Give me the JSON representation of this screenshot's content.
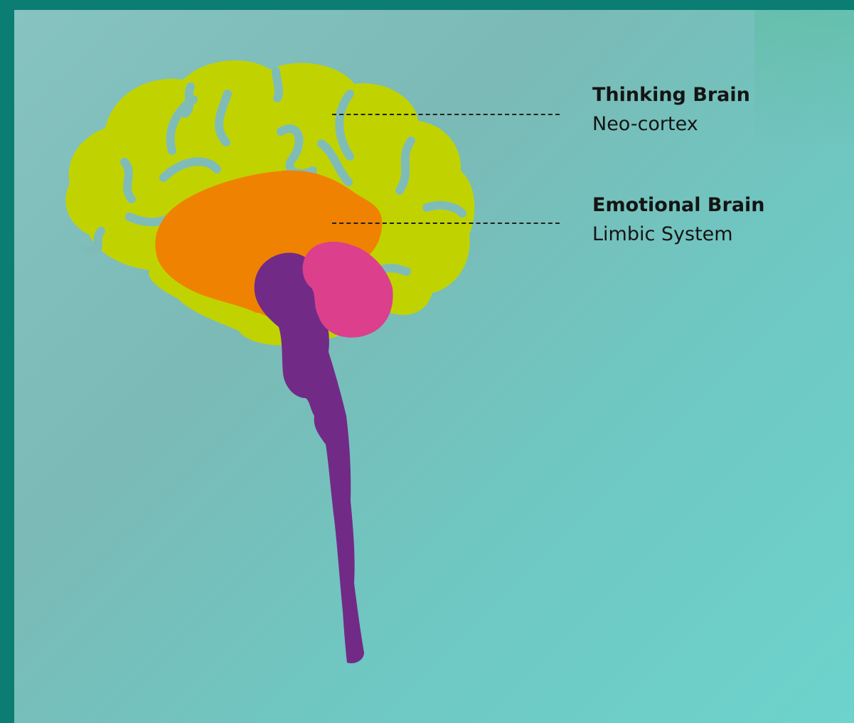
{
  "labels": [
    {
      "title": "Thinking Brain",
      "subtitle": "Neo-cortex"
    },
    {
      "title": "Emotional Brain",
      "subtitle": "Limbic System"
    }
  ],
  "colors": {
    "frame": "#0b7d72",
    "background": "#7bbab6",
    "neocortex": "#c0d300",
    "sulci": "#7fbcb8",
    "limbic_system": "#ef8200",
    "brainstem": "#722a87",
    "cerebellum": "#dc3f8c",
    "text": "#141414"
  }
}
